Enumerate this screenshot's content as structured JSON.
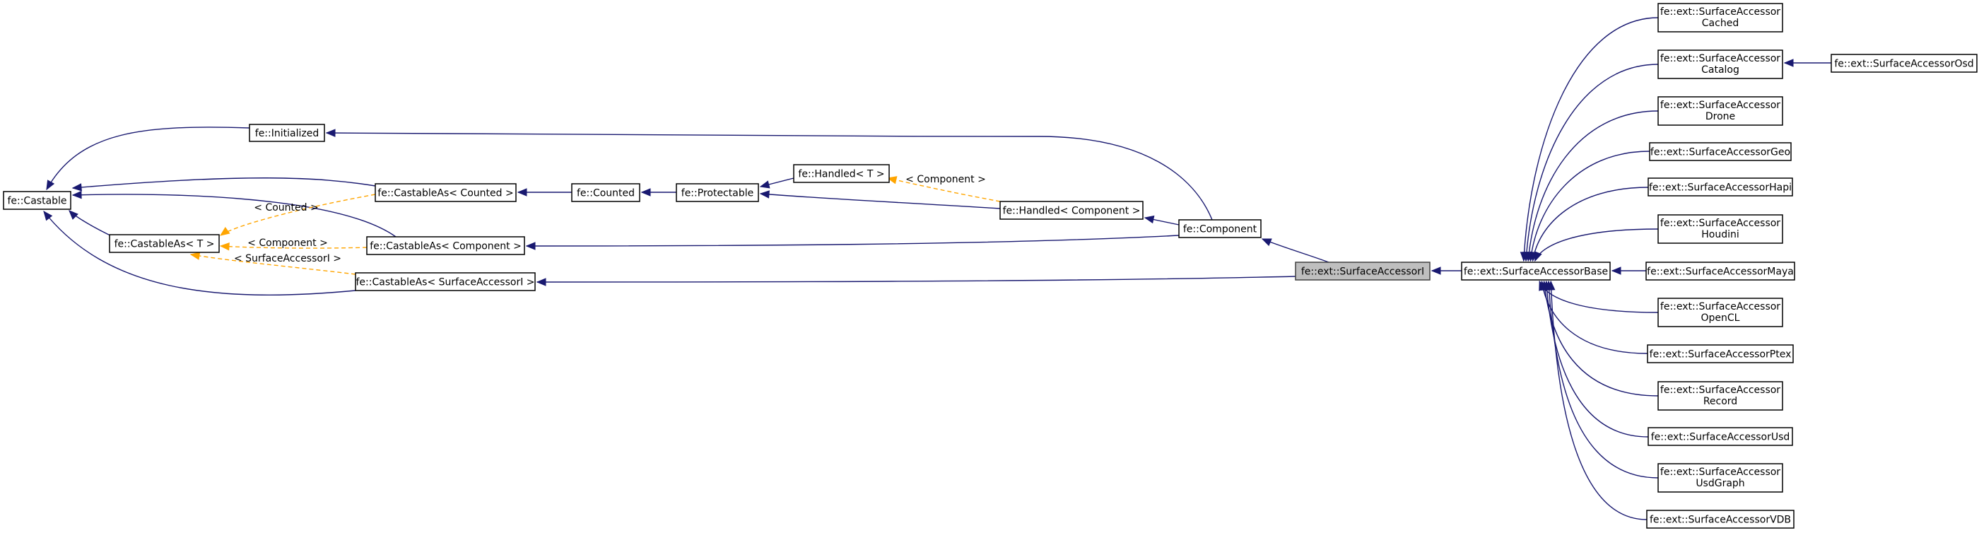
{
  "colors": {
    "inherit": "#191970",
    "template": "#ffa500",
    "current_fill": "#bfbfbf"
  },
  "nodes": [
    {
      "id": "castable",
      "lines": [
        "fe::Castable"
      ]
    },
    {
      "id": "initialized",
      "lines": [
        "fe::Initialized"
      ]
    },
    {
      "id": "ca_counted",
      "lines": [
        "fe::CastableAs< Counted >"
      ]
    },
    {
      "id": "ca_t",
      "lines": [
        "fe::CastableAs< T >"
      ]
    },
    {
      "id": "ca_component",
      "lines": [
        "fe::CastableAs< Component >"
      ]
    },
    {
      "id": "ca_sai",
      "lines": [
        "fe::CastableAs< SurfaceAccessorI >"
      ]
    },
    {
      "id": "counted",
      "lines": [
        "fe::Counted"
      ]
    },
    {
      "id": "protectable",
      "lines": [
        "fe::Protectable"
      ]
    },
    {
      "id": "handled_t",
      "lines": [
        "fe::Handled< T >"
      ]
    },
    {
      "id": "handled_component",
      "lines": [
        "fe::Handled< Component >"
      ]
    },
    {
      "id": "component",
      "lines": [
        "fe::Component"
      ]
    },
    {
      "id": "sai",
      "lines": [
        "fe::ext::SurfaceAccessorI"
      ],
      "current": true
    },
    {
      "id": "sab",
      "lines": [
        "fe::ext::SurfaceAccessorBase"
      ]
    },
    {
      "id": "cached",
      "lines": [
        "fe::ext::SurfaceAccessor",
        "Cached"
      ]
    },
    {
      "id": "catalog",
      "lines": [
        "fe::ext::SurfaceAccessor",
        "Catalog"
      ]
    },
    {
      "id": "osd",
      "lines": [
        "fe::ext::SurfaceAccessorOsd"
      ]
    },
    {
      "id": "drone",
      "lines": [
        "fe::ext::SurfaceAccessor",
        "Drone"
      ]
    },
    {
      "id": "geo",
      "lines": [
        "fe::ext::SurfaceAccessorGeo"
      ]
    },
    {
      "id": "hapi",
      "lines": [
        "fe::ext::SurfaceAccessorHapi"
      ]
    },
    {
      "id": "houdini",
      "lines": [
        "fe::ext::SurfaceAccessor",
        "Houdini"
      ]
    },
    {
      "id": "maya",
      "lines": [
        "fe::ext::SurfaceAccessorMaya"
      ]
    },
    {
      "id": "opencl",
      "lines": [
        "fe::ext::SurfaceAccessor",
        "OpenCL"
      ]
    },
    {
      "id": "ptex",
      "lines": [
        "fe::ext::SurfaceAccessorPtex"
      ]
    },
    {
      "id": "record",
      "lines": [
        "fe::ext::SurfaceAccessor",
        "Record"
      ]
    },
    {
      "id": "usd",
      "lines": [
        "fe::ext::SurfaceAccessorUsd"
      ]
    },
    {
      "id": "usdgraph",
      "lines": [
        "fe::ext::SurfaceAccessor",
        "UsdGraph"
      ]
    },
    {
      "id": "vdb",
      "lines": [
        "fe::ext::SurfaceAccessorVDB"
      ]
    }
  ],
  "edges": [
    {
      "from": "initialized",
      "to": "castable",
      "kind": "inherit"
    },
    {
      "from": "ca_counted",
      "to": "castable",
      "kind": "inherit"
    },
    {
      "from": "ca_component",
      "to": "castable",
      "kind": "inherit"
    },
    {
      "from": "ca_t",
      "to": "castable",
      "kind": "inherit"
    },
    {
      "from": "ca_sai",
      "to": "castable",
      "kind": "inherit"
    },
    {
      "from": "ca_counted",
      "to": "ca_t",
      "kind": "template",
      "label": "< Counted >"
    },
    {
      "from": "ca_component",
      "to": "ca_t",
      "kind": "template",
      "label": "< Component >"
    },
    {
      "from": "ca_sai",
      "to": "ca_t",
      "kind": "template",
      "label": "< SurfaceAccessorI >"
    },
    {
      "from": "counted",
      "to": "ca_counted",
      "kind": "inherit"
    },
    {
      "from": "protectable",
      "to": "counted",
      "kind": "inherit"
    },
    {
      "from": "handled_t",
      "to": "protectable",
      "kind": "inherit"
    },
    {
      "from": "handled_component",
      "to": "protectable",
      "kind": "inherit"
    },
    {
      "from": "handled_component",
      "to": "handled_t",
      "kind": "template",
      "label": "< Component >"
    },
    {
      "from": "component",
      "to": "handled_component",
      "kind": "inherit"
    },
    {
      "from": "component",
      "to": "initialized",
      "kind": "inherit"
    },
    {
      "from": "component",
      "to": "ca_component",
      "kind": "inherit"
    },
    {
      "from": "sai",
      "to": "component",
      "kind": "inherit"
    },
    {
      "from": "sai",
      "to": "ca_sai",
      "kind": "inherit"
    },
    {
      "from": "sab",
      "to": "sai",
      "kind": "inherit"
    },
    {
      "from": "cached",
      "to": "sab",
      "kind": "inherit"
    },
    {
      "from": "catalog",
      "to": "sab",
      "kind": "inherit"
    },
    {
      "from": "osd",
      "to": "catalog",
      "kind": "inherit"
    },
    {
      "from": "drone",
      "to": "sab",
      "kind": "inherit"
    },
    {
      "from": "geo",
      "to": "sab",
      "kind": "inherit"
    },
    {
      "from": "hapi",
      "to": "sab",
      "kind": "inherit"
    },
    {
      "from": "houdini",
      "to": "sab",
      "kind": "inherit"
    },
    {
      "from": "maya",
      "to": "sab",
      "kind": "inherit"
    },
    {
      "from": "opencl",
      "to": "sab",
      "kind": "inherit"
    },
    {
      "from": "ptex",
      "to": "sab",
      "kind": "inherit"
    },
    {
      "from": "record",
      "to": "sab",
      "kind": "inherit"
    },
    {
      "from": "usd",
      "to": "sab",
      "kind": "inherit"
    },
    {
      "from": "usdgraph",
      "to": "sab",
      "kind": "inherit"
    },
    {
      "from": "vdb",
      "to": "sab",
      "kind": "inherit"
    }
  ]
}
